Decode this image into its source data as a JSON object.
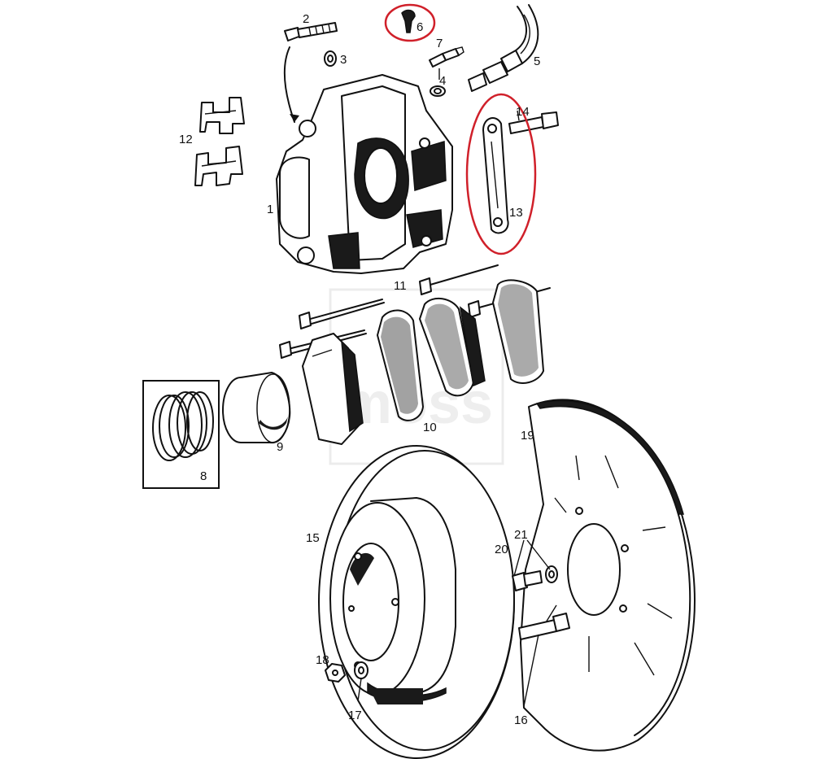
{
  "diagram": {
    "labels": {
      "l1": "1",
      "l2": "2",
      "l3": "3",
      "l4": "4",
      "l5": "5",
      "l6": "6",
      "l7": "7",
      "l8": "8",
      "l9": "9",
      "l10": "10",
      "l11": "11",
      "l12": "12",
      "l13": "13",
      "l14": "14",
      "l15": "15",
      "l16": "16",
      "l17": "17",
      "l18": "18",
      "l19": "19",
      "l20": "20",
      "l21": "21"
    },
    "watermark": "moss",
    "highlight_color": "#d0202a",
    "ink_color": "#111111",
    "highlighted_parts": [
      "6",
      "13"
    ],
    "boxed_parts": [
      "8"
    ]
  }
}
